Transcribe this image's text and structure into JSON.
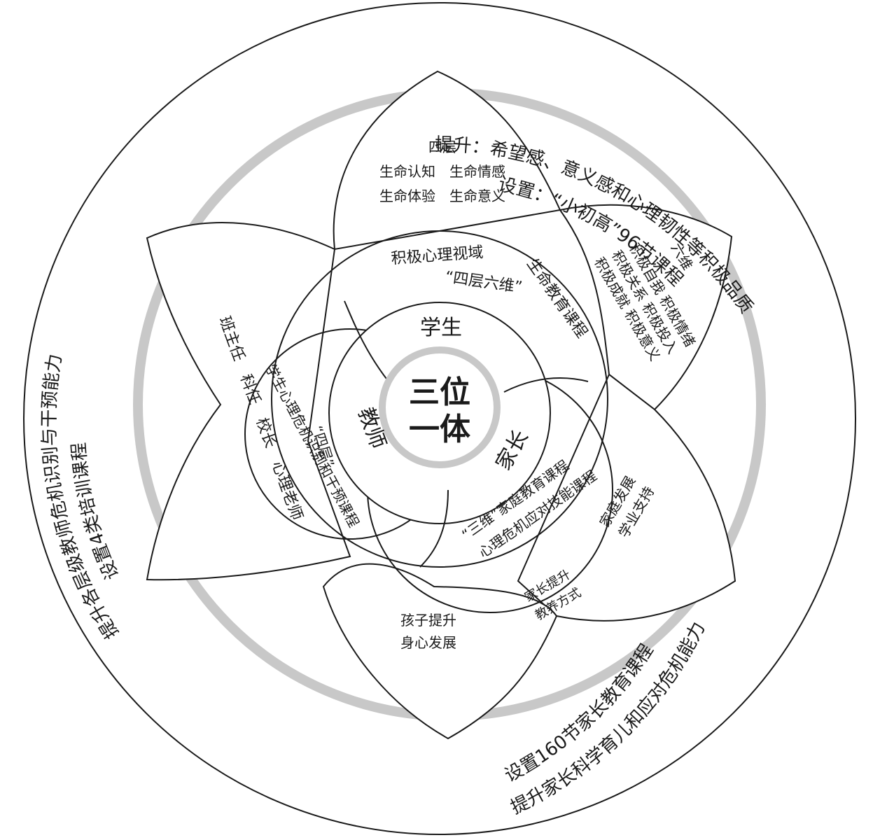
{
  "center": {
    "line1": "三位",
    "line2": "一体"
  },
  "roles": {
    "student": "学生",
    "teacher": "教师",
    "parent": "家长"
  },
  "student_course": {
    "label_a": "积极心理视域",
    "label_b": "生命教育课程",
    "quote": "“四层六维”"
  },
  "teacher_course": {
    "line1": "“四层”",
    "line2": "学生心理危机识别和干预课程"
  },
  "parent_course": {
    "line1": "“三维”家庭教育课程",
    "line2": "心理危机应对技能课程"
  },
  "petal_top": {
    "title": "四层",
    "row1": "生命认知　生命情感",
    "row2": "生命体验　生命意义"
  },
  "petal_upper_right": {
    "title": "六维",
    "row1": "积极自我 积极情绪",
    "row2": "积极关系 积极投入",
    "row3": "积极成就 积极意义"
  },
  "petal_left": {
    "row1": "班主任　科任　校长　心理老师"
  },
  "petal_lower_right": {
    "row1": "家庭发展",
    "row2": "学业支持"
  },
  "petal_bottom": {
    "row1": "孩子提升",
    "row2": "身心发展"
  },
  "petal_bottom_right": {
    "row1": "家长提升",
    "row2": "教养方式"
  },
  "outer_top": {
    "line1": "提升：希望感、意义感和心理韧性等积极品质",
    "line2": "设置：“小初高”96节课程"
  },
  "outer_left": {
    "line1": "设置4类培训课程",
    "line2": "提升各层级教师危机识别与干预能力"
  },
  "outer_bottom": {
    "line1": "设置160节家长教育课程",
    "line2": "提升家长科学育儿和应对危机能力"
  },
  "colors": {
    "ring": "#c8c8c8",
    "line": "#1a1a1a",
    "background": "#ffffff"
  }
}
